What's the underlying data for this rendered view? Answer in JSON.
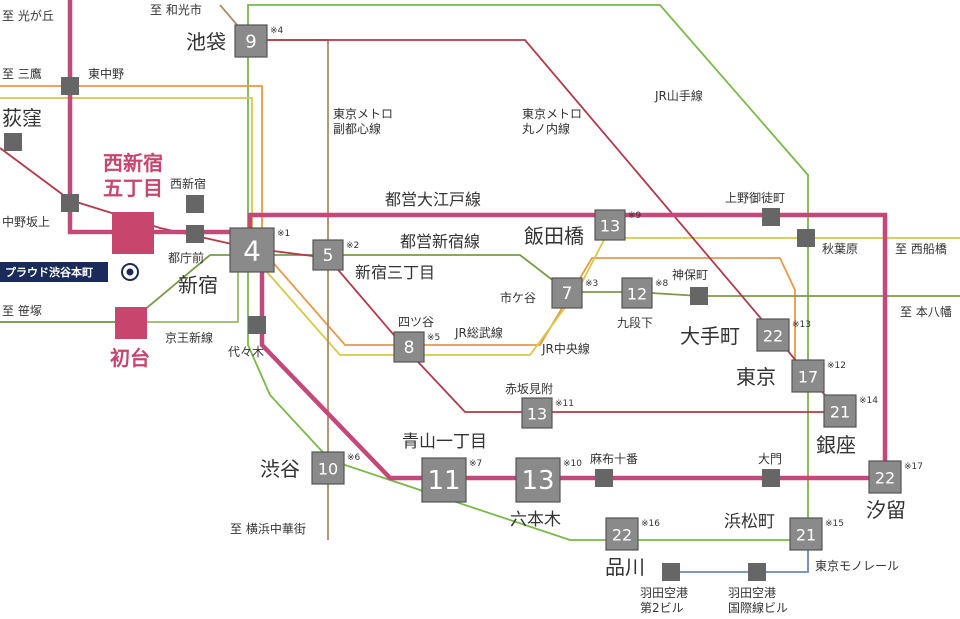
{
  "colors": {
    "oedo": "#c4497a",
    "marunouchi": "#b23a4a",
    "yamanote": "#7ab84a",
    "fukutoshin": "#b08a6a",
    "shinjuku": "#7a9a4a",
    "chuo": "#e89a4a",
    "sobu": "#d8c84a",
    "keio": "#9ab86a",
    "monorail": "#6a8ab8",
    "highlight": "#c8456e"
  },
  "boxes": [
    {
      "id": "ikebukuro",
      "num": "9",
      "note": "※4"
    },
    {
      "id": "shinjuku",
      "num": "4",
      "note": "※1"
    },
    {
      "id": "shinjuku-sanchome",
      "num": "5",
      "note": "※2"
    },
    {
      "id": "iidabashi",
      "num": "13",
      "note": "※9"
    },
    {
      "id": "ichigaya",
      "num": "7",
      "note": "※3"
    },
    {
      "id": "kudanshita",
      "num": "12",
      "note": "※8"
    },
    {
      "id": "yotsuya",
      "num": "8",
      "note": "※5"
    },
    {
      "id": "otemachi",
      "num": "22",
      "note": "※13"
    },
    {
      "id": "tokyo",
      "num": "17",
      "note": "※12"
    },
    {
      "id": "akasaka-mitsuke",
      "num": "13",
      "note": "※11"
    },
    {
      "id": "ginza",
      "num": "21",
      "note": "※14"
    },
    {
      "id": "shibuya",
      "num": "10",
      "note": "※6"
    },
    {
      "id": "aoyama-itchome",
      "num": "11",
      "note": "※7"
    },
    {
      "id": "roppongi",
      "num": "13",
      "note": "※10"
    },
    {
      "id": "shiodome",
      "num": "22",
      "note": "※17"
    },
    {
      "id": "shinagawa",
      "num": "22",
      "note": "※16"
    },
    {
      "id": "hamamatsucho",
      "num": "21",
      "note": "※15"
    }
  ],
  "labels": {
    "to_hikarigaoka": "至 光が丘",
    "to_wakoshi": "至 和光市",
    "ikebukuro": "池袋",
    "to_mitaka": "至 三鷹",
    "higashi_nakano": "東中野",
    "ogikubo": "荻窪",
    "metro_fukutoshin": "東京メトロ\n副都心線",
    "metro_marunouchi": "東京メトロ\n丸ノ内線",
    "jr_yamanote": "JR山手線",
    "nishishinjuku_gochome": "西新宿\n五丁目",
    "nishi_shinjuku": "西新宿",
    "toei_oedo": "都営大江戸線",
    "ueno_okachimachi": "上野御徒町",
    "nakano_sakaue": "中野坂上",
    "tochomae": "都庁前",
    "iidabashi": "飯田橋",
    "toei_shinjuku": "都営新宿線",
    "akihabara": "秋葉原",
    "to_nishi_funabashi": "至 西船橋",
    "proud": "プラウド渋谷本町",
    "shinjuku": "新宿",
    "shinjuku_sanchome": "新宿三丁目",
    "ichigaya": "市ケ谷",
    "jimbocho": "神保町",
    "to_motoyawata": "至 本八幡",
    "to_sasazuka": "至 笹塚",
    "yotsuya": "四ツ谷",
    "jr_sobu": "JR総武線",
    "kudanshita": "九段下",
    "otemachi": "大手町",
    "keio_new": "京王新線",
    "hatsudai": "初台",
    "yoyogi": "代々木",
    "jr_chuo": "JR中央線",
    "tokyo": "東京",
    "akasaka_mitsuke": "赤坂見附",
    "ginza": "銀座",
    "aoyama_itchome": "青山一丁目",
    "azabu_juban": "麻布十番",
    "daimon": "大門",
    "shibuya": "渋谷",
    "roppongi": "六本木",
    "shiodome": "汐留",
    "hamamatsucho": "浜松町",
    "to_yokohama_chukagai": "至 横浜中華街",
    "shinagawa": "品川",
    "tokyo_monorail": "東京モノレール",
    "haneda_t2": "羽田空港\n第2ビル",
    "haneda_intl": "羽田空港\n国際線ビル"
  }
}
